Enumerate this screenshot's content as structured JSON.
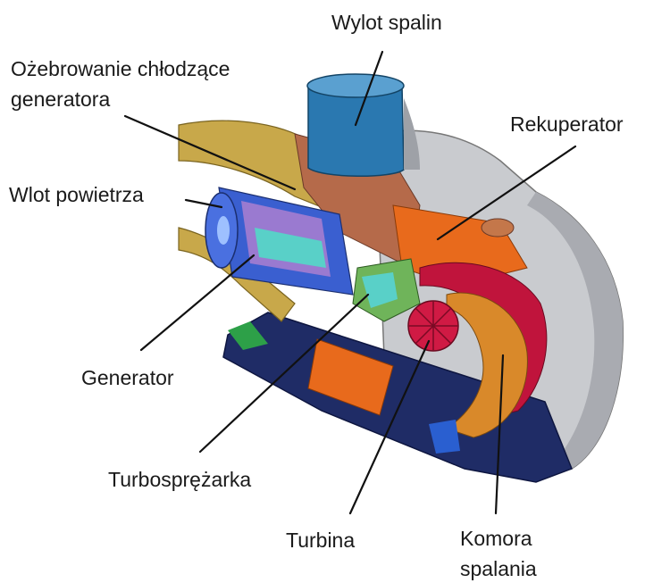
{
  "labels": {
    "wylot_spalin": "Wylot spalin",
    "ozebrowanie_1": "Ożebrowanie chłodzące",
    "ozebrowanie_2": "generatora",
    "wlot_powietrza": "Wlot powietrza",
    "rekuperator": "Rekuperator",
    "generator": "Generator",
    "turbosprezarka": "Turbosprężarka",
    "turbina": "Turbina",
    "komora_1": "Komora",
    "komora_2": "spalania"
  },
  "colors": {
    "casing_grey": "#c9cbcf",
    "casing_dark": "#8e9096",
    "recuperator_orange": "#e86a1c",
    "chamber_orange": "#d9892a",
    "turbine_red": "#c0143c",
    "outlet_blue": "#2a78b0",
    "generator_blue": "#3a5fd0",
    "fins_olive": "#c8a84a",
    "base_navy": "#1f2c66"
  }
}
